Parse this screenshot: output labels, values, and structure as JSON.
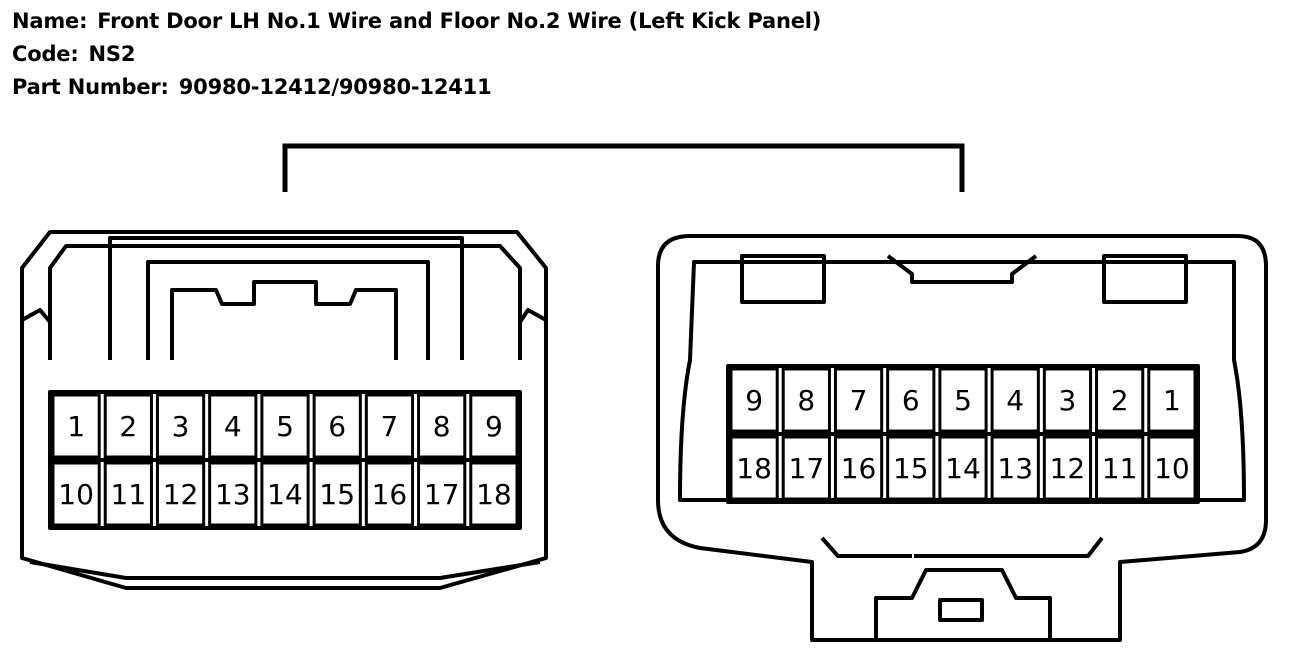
{
  "header": {
    "name_label": "Name:",
    "name_value": "Front Door LH No.1 Wire and Floor No.2 Wire (Left Kick Panel)",
    "code_label": "Code:",
    "code_value": "NS2",
    "part_label": "Part Number:",
    "part_value": "90980-12412/90980-12411"
  },
  "left_connector": {
    "row1": [
      "1",
      "2",
      "3",
      "4",
      "5",
      "6",
      "7",
      "8",
      "9"
    ],
    "row2": [
      "10",
      "11",
      "12",
      "13",
      "14",
      "15",
      "16",
      "17",
      "18"
    ]
  },
  "right_connector": {
    "row1": [
      "9",
      "8",
      "7",
      "6",
      "5",
      "4",
      "3",
      "2",
      "1"
    ],
    "row2": [
      "18",
      "17",
      "16",
      "15",
      "14",
      "13",
      "12",
      "11",
      "10"
    ]
  }
}
